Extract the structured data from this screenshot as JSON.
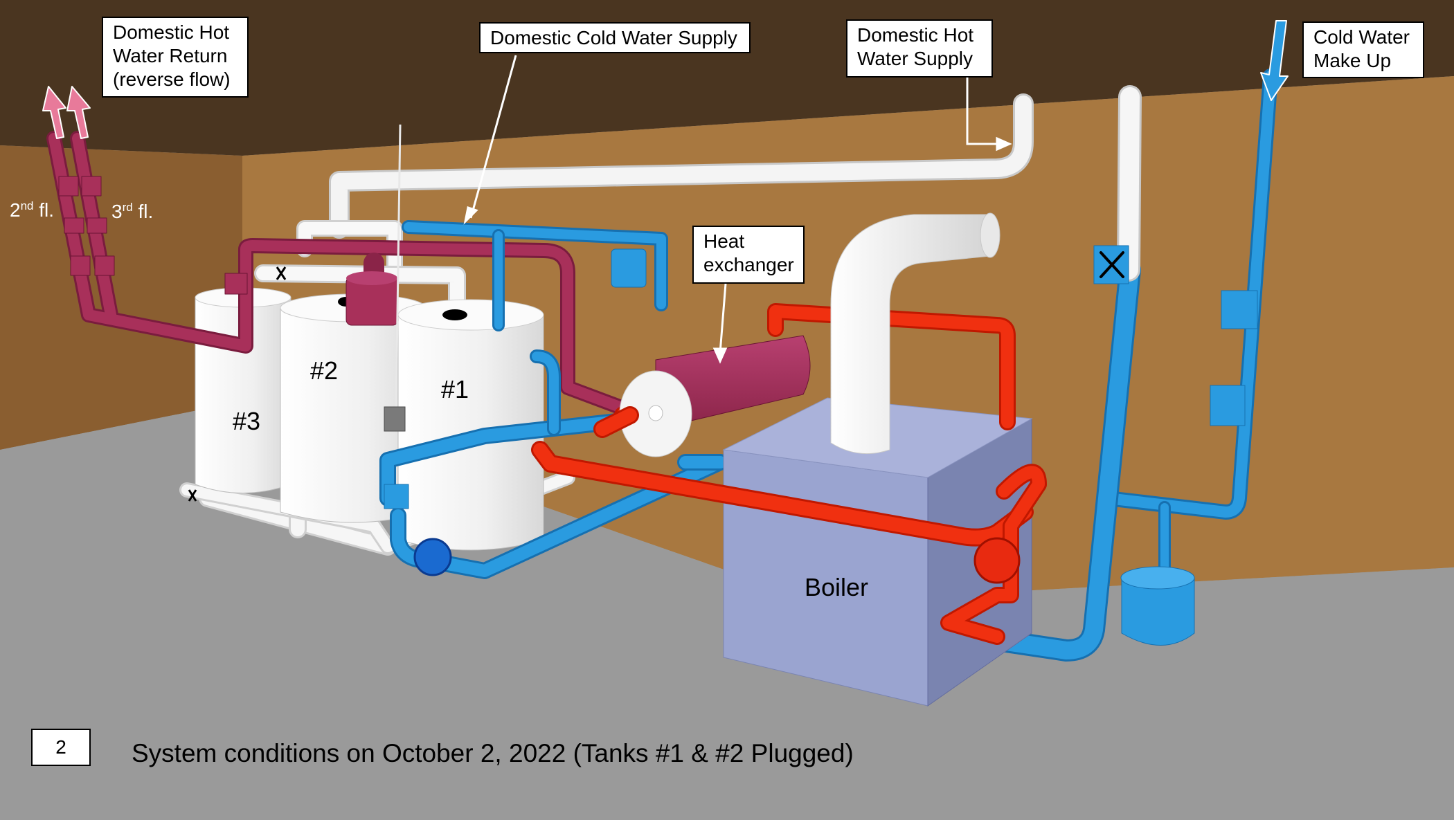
{
  "labels": {
    "hot_water_return": [
      "Domestic Hot",
      "Water Return",
      "(reverse flow)"
    ],
    "cold_water_supply": "Domestic Cold Water Supply",
    "hot_water_supply": [
      "Domestic Hot",
      "Water Supply"
    ],
    "cold_water_makeup": [
      "Cold Water",
      "Make Up"
    ],
    "heat_exchanger": [
      "Heat",
      "exchanger"
    ],
    "boiler": "Boiler",
    "floor_2": {
      "num": "2",
      "sup": "nd",
      "suffix": " fl."
    },
    "floor_3": {
      "num": "3",
      "sup": "rd",
      "suffix": " fl."
    }
  },
  "tanks": [
    {
      "label": "#1"
    },
    {
      "label": "#2"
    },
    {
      "label": "#3"
    }
  ],
  "slide_number": "2",
  "caption": "System conditions on October 2, 2022 (Tanks #1 & #2  Plugged)",
  "colors": {
    "wall_dark": "#4a3520",
    "wall": "#a87840",
    "floor": "#9a9a9a",
    "cold_pipe": "#2a9be0",
    "hot_supply_pipe": "#f0f0f0",
    "hot_return_pipe": "#a8305a",
    "boiler_loop_pipe": "#f03010",
    "boiler": "#9aa4d0",
    "tank": "#f2f2f2"
  }
}
